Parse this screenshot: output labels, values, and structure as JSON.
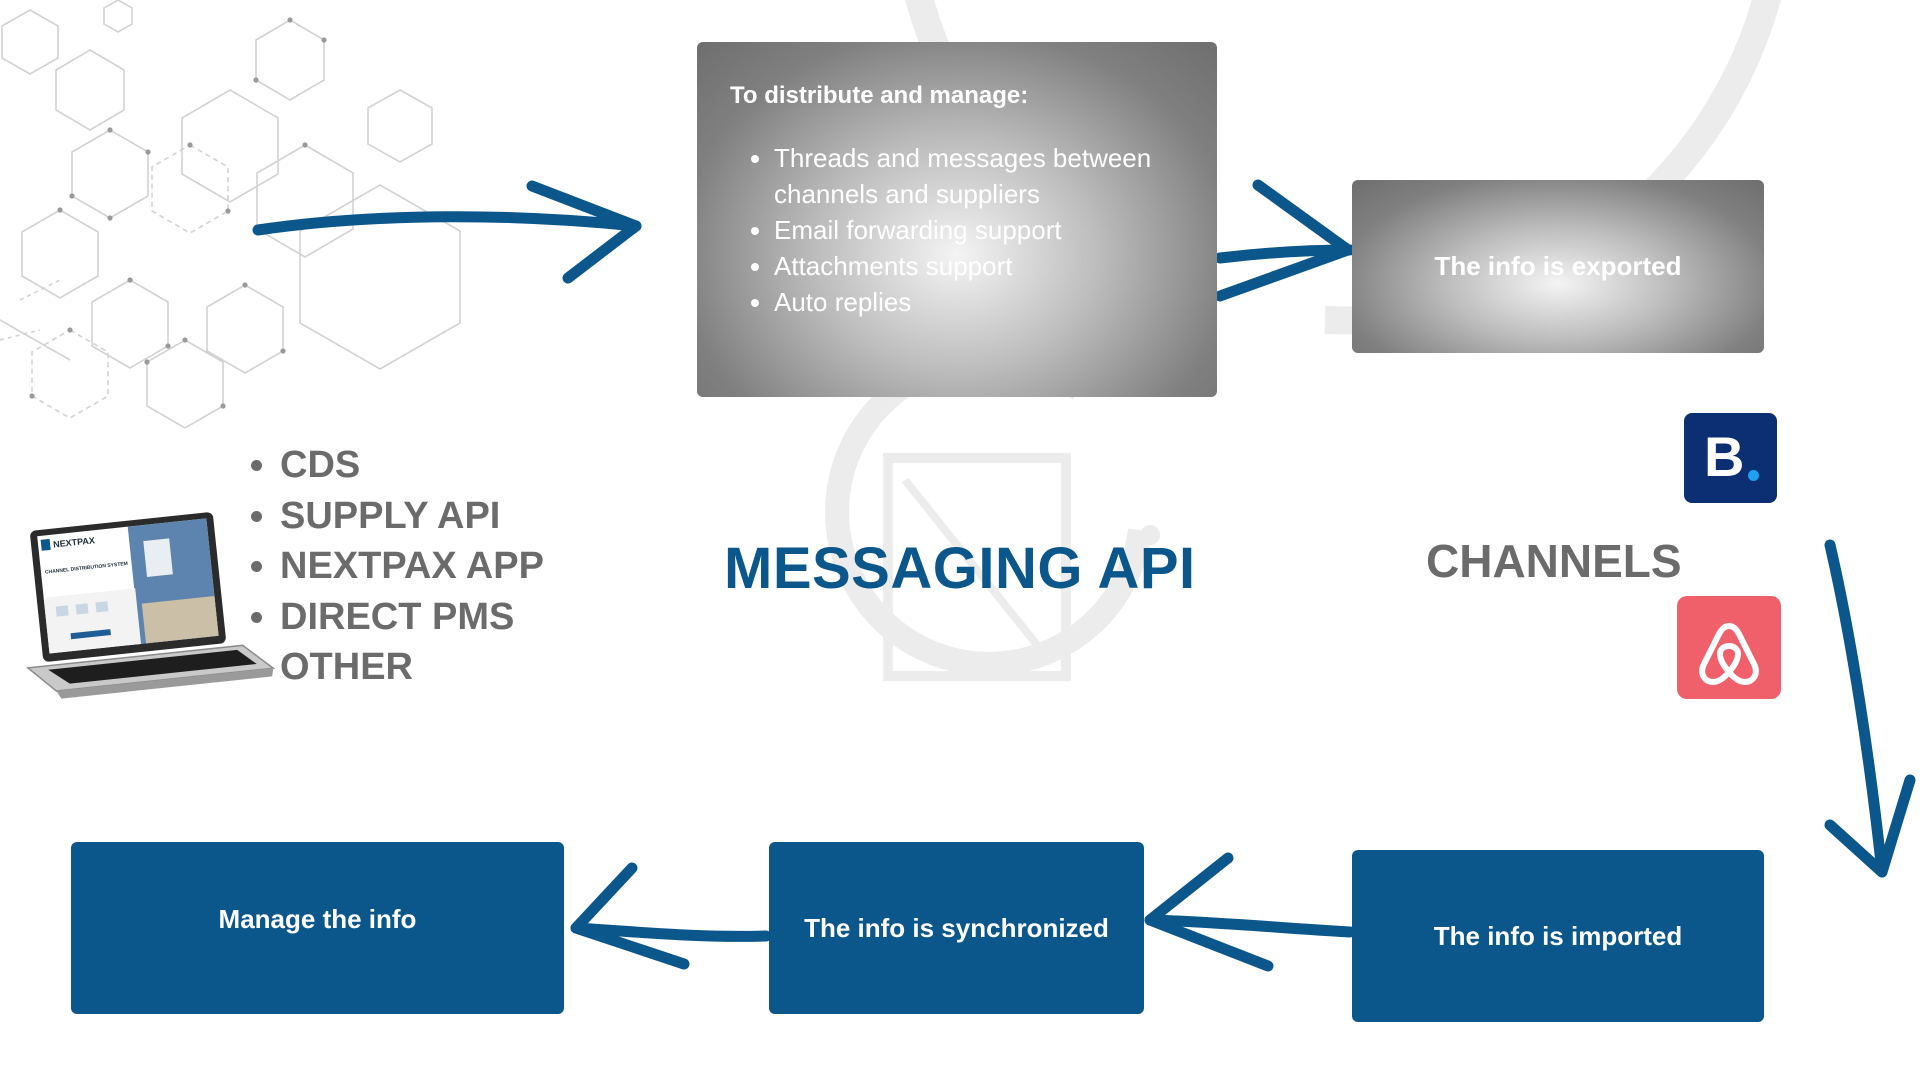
{
  "main_box": {
    "heading": "To distribute and manage:",
    "items": [
      "Threads and messages between channels and suppliers",
      "Email forwarding support",
      "Attachments support",
      "Auto replies"
    ]
  },
  "steps": {
    "exported": "The info is exported",
    "imported": "The info is imported",
    "synchronized": "The info is synchronized",
    "manage": "Manage the info"
  },
  "sources": [
    "CDS",
    "SUPPLY API",
    "NEXTPAX APP",
    "DIRECT PMS",
    "OTHER"
  ],
  "center_title": "MESSAGING API",
  "channels_title": "CHANNELS",
  "booking_logo_letter": "B",
  "laptop_screen": {
    "brand": "NEXTPAX",
    "heading": "CHANNEL DISTRIBUTION SYSTEM"
  },
  "colors": {
    "accent_blue": "#0b568a",
    "gray_text": "#6b6b6b",
    "booking_navy": "#0b2f72",
    "airbnb_coral": "#f0606b"
  },
  "icons": [
    "booking-logo-icon",
    "airbnb-logo-icon",
    "laptop-icon",
    "hexagon-network-decoration",
    "cycle-watermark-icon"
  ]
}
